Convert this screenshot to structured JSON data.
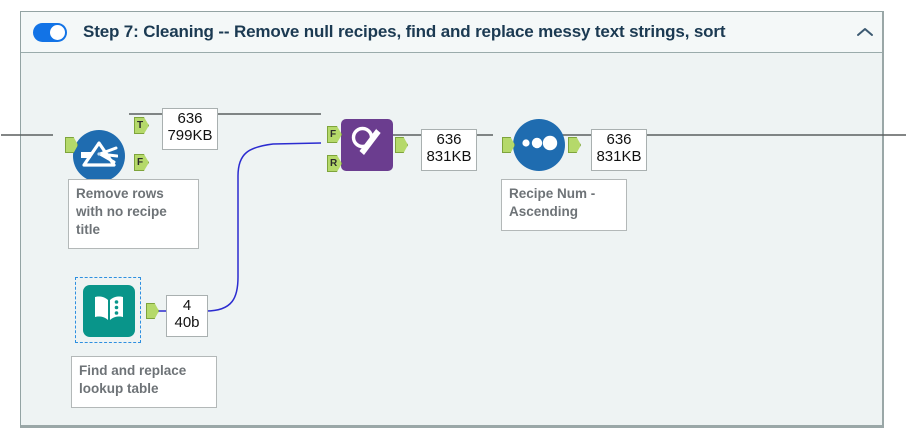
{
  "header": {
    "toggle_state": "on",
    "toggle_name": "container-enabled-toggle",
    "title": "Step 7: Cleaning -- Remove null recipes, find and replace messy text strings, sort",
    "collapse_icon": "chevron-up-icon"
  },
  "colors": {
    "accent_blue": "#1273e6",
    "filter_tool": "#1f6cb0",
    "find_replace_tool": "#6b3d8f",
    "text_input_tool": "#09958a",
    "sort_tool": "#1f6cb0",
    "anchor_green": "#b5d96a",
    "canvas_bg": "#eef3f3",
    "wire_default": "#5a5f5f",
    "wire_selected": "#2b2bd0",
    "selection_border": "#2d8fe0",
    "annotation_text": "#6e7377",
    "title_text": "#1b3a52"
  },
  "nodes": [
    {
      "id": "filter-tool",
      "icon": "filter-prism-icon",
      "shape": "circle",
      "selected": false,
      "inputs": [
        {
          "label": "",
          "name": "input-anchor"
        }
      ],
      "outputs": [
        {
          "label": "T",
          "name": "true-output-anchor"
        },
        {
          "label": "F",
          "name": "false-output-anchor"
        }
      ],
      "annotation": "Remove rows with no recipe title"
    },
    {
      "id": "find-replace-tool",
      "icon": "find-replace-magnifier-pencil-icon",
      "shape": "square",
      "selected": false,
      "inputs": [
        {
          "label": "F",
          "name": "find-input-anchor"
        },
        {
          "label": "R",
          "name": "replace-input-anchor"
        }
      ],
      "outputs": [
        {
          "label": "",
          "name": "output-anchor"
        }
      ],
      "annotation": ""
    },
    {
      "id": "sort-tool",
      "icon": "sort-dots-icon",
      "shape": "circle",
      "selected": false,
      "inputs": [
        {
          "label": "",
          "name": "input-anchor"
        }
      ],
      "outputs": [
        {
          "label": "",
          "name": "output-anchor"
        }
      ],
      "annotation": "Recipe Num - Ascending"
    },
    {
      "id": "text-input-tool",
      "icon": "open-book-icon",
      "shape": "rounded-square",
      "selected": true,
      "inputs": [],
      "outputs": [
        {
          "label": "",
          "name": "output-anchor"
        }
      ],
      "annotation": "Find and replace lookup table"
    }
  ],
  "size_labels": [
    {
      "id": "filter-true-size",
      "records": "636",
      "size": "799KB"
    },
    {
      "id": "find-replace-out-size",
      "records": "636",
      "size": "831KB"
    },
    {
      "id": "sort-out-size",
      "records": "636",
      "size": "831KB"
    },
    {
      "id": "text-input-out-size",
      "records": "4",
      "size": "40b"
    }
  ],
  "annotations": {
    "filter": "Remove rows\nwith no recipe\ntitle",
    "filter_lines": [
      "Remove rows",
      "with no recipe",
      "title"
    ],
    "sort_lines": [
      "Recipe Num -",
      "Ascending"
    ],
    "text_input_lines": [
      "Find and replace",
      "lookup table"
    ]
  }
}
